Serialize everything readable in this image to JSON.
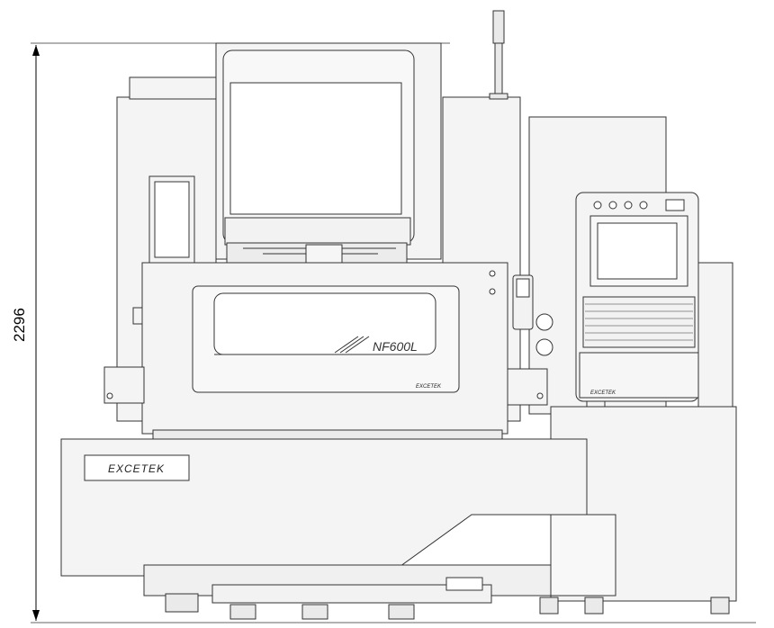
{
  "dimension": {
    "height_value": "2296"
  },
  "labels": {
    "model": "NF600L",
    "brand_large": "EXCETEK",
    "brand_small": "EXCETEK",
    "brand_panel": "EXCETEK"
  },
  "colors": {
    "line": "#333333",
    "fill_light": "#f2f2f2",
    "fill_mid": "#e9e9e9",
    "fill_screen": "#ececec",
    "background": "#ffffff"
  }
}
